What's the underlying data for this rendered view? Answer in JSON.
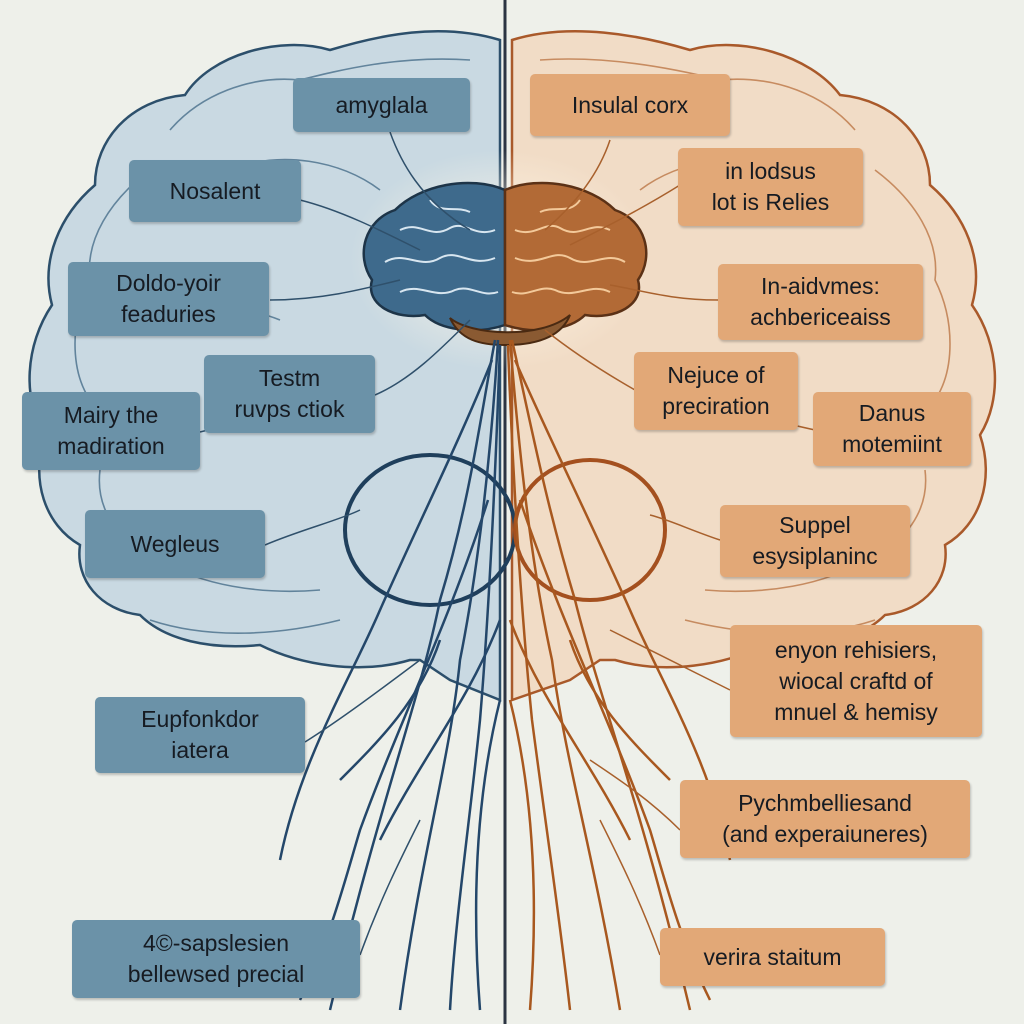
{
  "colors": {
    "background": "#eef0ea",
    "left_hemisphere": "#c9d9e2",
    "right_hemisphere": "#f1dcc6",
    "left_outline": "#2c4f6b",
    "right_outline": "#a9592a",
    "left_label_fill": "#6b92a8",
    "right_label_fill": "#e2a877"
  },
  "left_labels": [
    {
      "text": "amyglala"
    },
    {
      "text": "Nosalent"
    },
    {
      "text": "Doldo-yoir\nfeaduries"
    },
    {
      "text": "Testm\nruvps ctiok"
    },
    {
      "text": "Mairy the\nmadiration"
    },
    {
      "text": "Wegleus"
    },
    {
      "text": "Eupfonkdor\niatera"
    },
    {
      "text": "4©-sapslesien\nbellewsed precial"
    }
  ],
  "right_labels": [
    {
      "text": "Insulal corx"
    },
    {
      "text": "in lodsus\nlot is Relies"
    },
    {
      "text": "In-aidvmes:\nachbericeaiss"
    },
    {
      "text": "Nejuce of\npreciration"
    },
    {
      "text": "Danus\nmotemiint"
    },
    {
      "text": "Suppel\nesysiplaninc"
    },
    {
      "text": "enyon rehisiers,\nwiocal craftd of\nmnuel & hemisy"
    },
    {
      "text": "Pychmbelliesand\n(and experaiuneres)"
    },
    {
      "text": "verira staitum"
    }
  ]
}
